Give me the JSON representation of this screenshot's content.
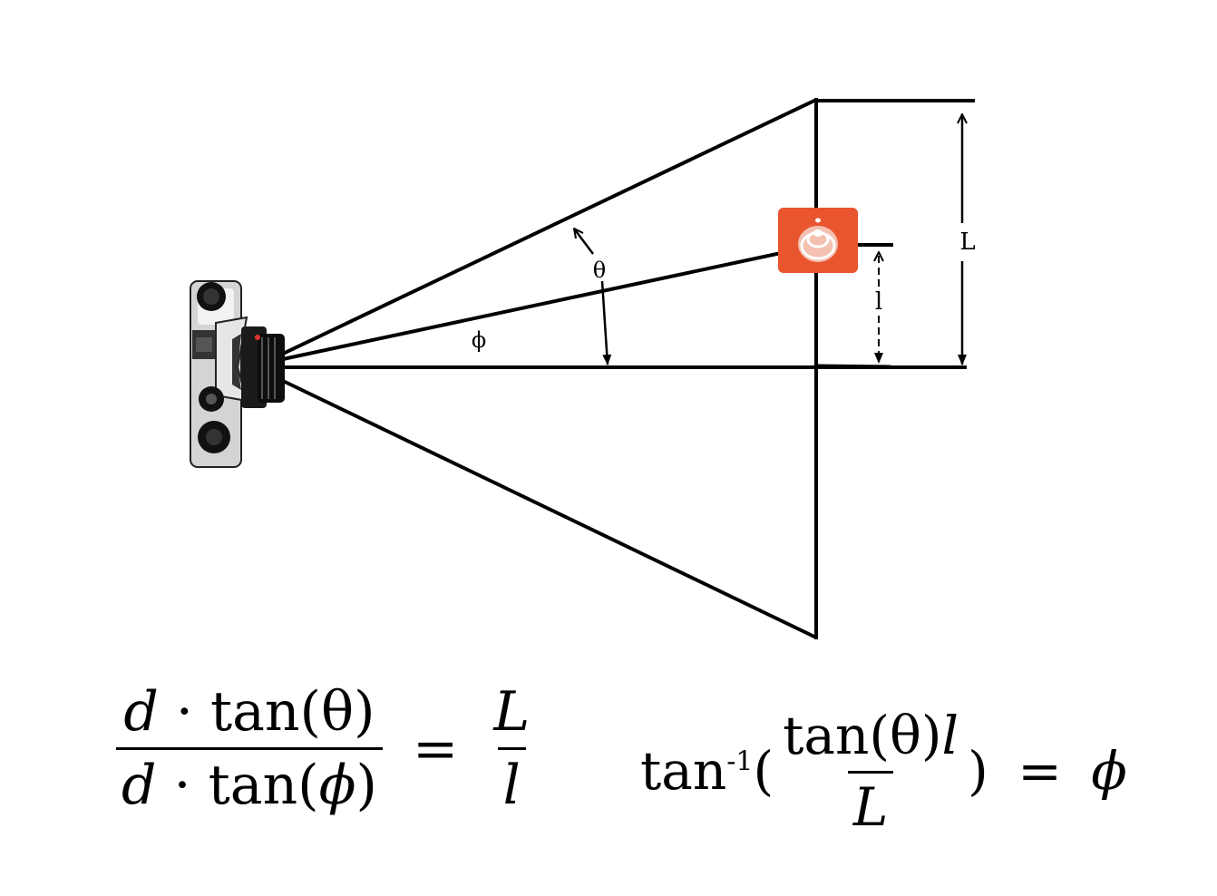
{
  "diagram": {
    "angle_theta_label": "θ",
    "angle_phi_label": "ϕ",
    "height_big_label": "L",
    "height_small_label": "l",
    "cone_color": "#e8552f",
    "camera_icon": "camera-icon",
    "target_icon": "traffic-cone-icon"
  },
  "equation1": {
    "num_var": "d",
    "num_rest": " · tan(θ)",
    "den_var": "d",
    "den_rest": " · tan(",
    "den_phi": "ϕ",
    "den_close": ")",
    "equals": "=",
    "rhs_num": "L",
    "rhs_den": "l"
  },
  "equation2": {
    "func": "tan",
    "sup": "-1",
    "open": "(",
    "frac_num": "tan(θ)",
    "frac_num_var": "l",
    "frac_den": "L",
    "close": ")",
    "equals": "=",
    "rhs": "ϕ"
  }
}
